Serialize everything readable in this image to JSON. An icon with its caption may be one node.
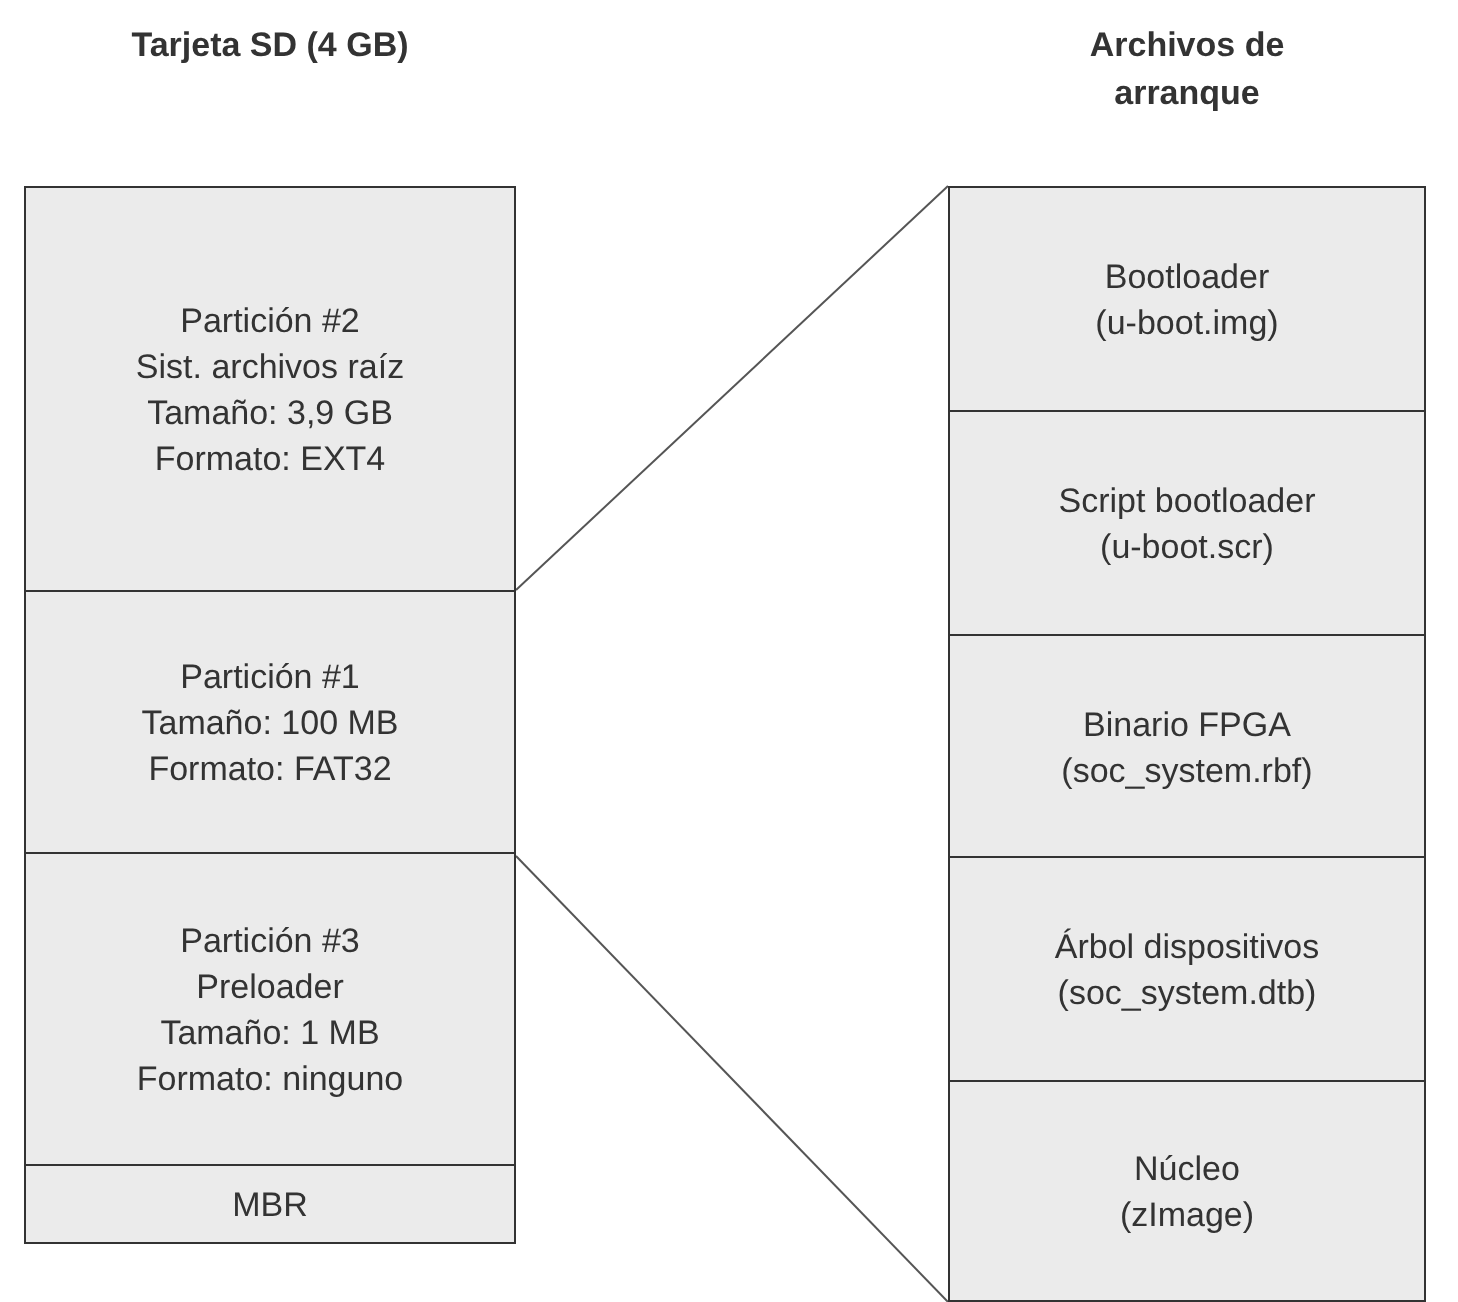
{
  "diagram": {
    "nodes": [
      {
        "text": [
          "Tarjeta SD (4 GB)"
        ]
      },
      {
        "text": [
          "Partición #2",
          "Sist. archivos raíz",
          "Tamaño: 3,9 GB",
          "Formato: EXT4"
        ],
        "in": 0
      },
      {
        "text": [
          "Partición #1",
          "Tamaño: 100 MB",
          "Formato: FAT32"
        ],
        "in": 0
      },
      {
        "text": [
          "Partición #3",
          "Preloader",
          "Tamaño: 1 MB",
          "Formato: ninguno"
        ],
        "in": 0
      },
      {
        "text": [
          "MBR"
        ],
        "in": 0
      },
      {
        "text": [
          "Archivos de arranque"
        ]
      },
      {
        "text": [
          "Bootloader",
          "(u-boot.img)"
        ],
        "in": 5
      },
      {
        "text": [
          "Script bootloader",
          "(u-boot.scr)"
        ],
        "in": 5
      },
      {
        "text": [
          "Binario FPGA",
          "(soc_system.rbf)"
        ],
        "in": 5
      },
      {
        "text": [
          "Árbol dispositivos",
          "(soc_system.dtb)"
        ],
        "in": 5
      },
      {
        "text": [
          "Núcleo",
          "(zImage)"
        ],
        "in": 5
      }
    ],
    "edges": [
      {
        "from": 2,
        "to": 5,
        "arrow": "none"
      },
      {
        "from": 2,
        "to": 5,
        "arrow": "none"
      }
    ]
  }
}
